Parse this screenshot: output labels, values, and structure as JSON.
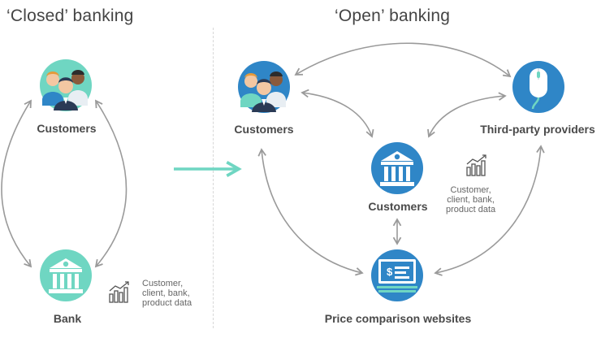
{
  "closed": {
    "title": "‘Closed’ banking",
    "customers_label": "Customers",
    "bank_label": "Bank",
    "data_note": [
      "Customer,",
      "client, bank,",
      "product data"
    ]
  },
  "open": {
    "title": "‘Open’ banking",
    "customers_label": "Customers",
    "third_party_label": "Third-party providers",
    "center_label": "Customers",
    "comparison_label": "Price comparison websites",
    "data_note": [
      "Customer,",
      "client, bank,",
      "product data"
    ]
  },
  "colors": {
    "teal": "#6fd6c2",
    "blue": "#2f86c7",
    "arrow_gray": "#9a9a9a",
    "transition_arrow": "#6fd6c2"
  }
}
